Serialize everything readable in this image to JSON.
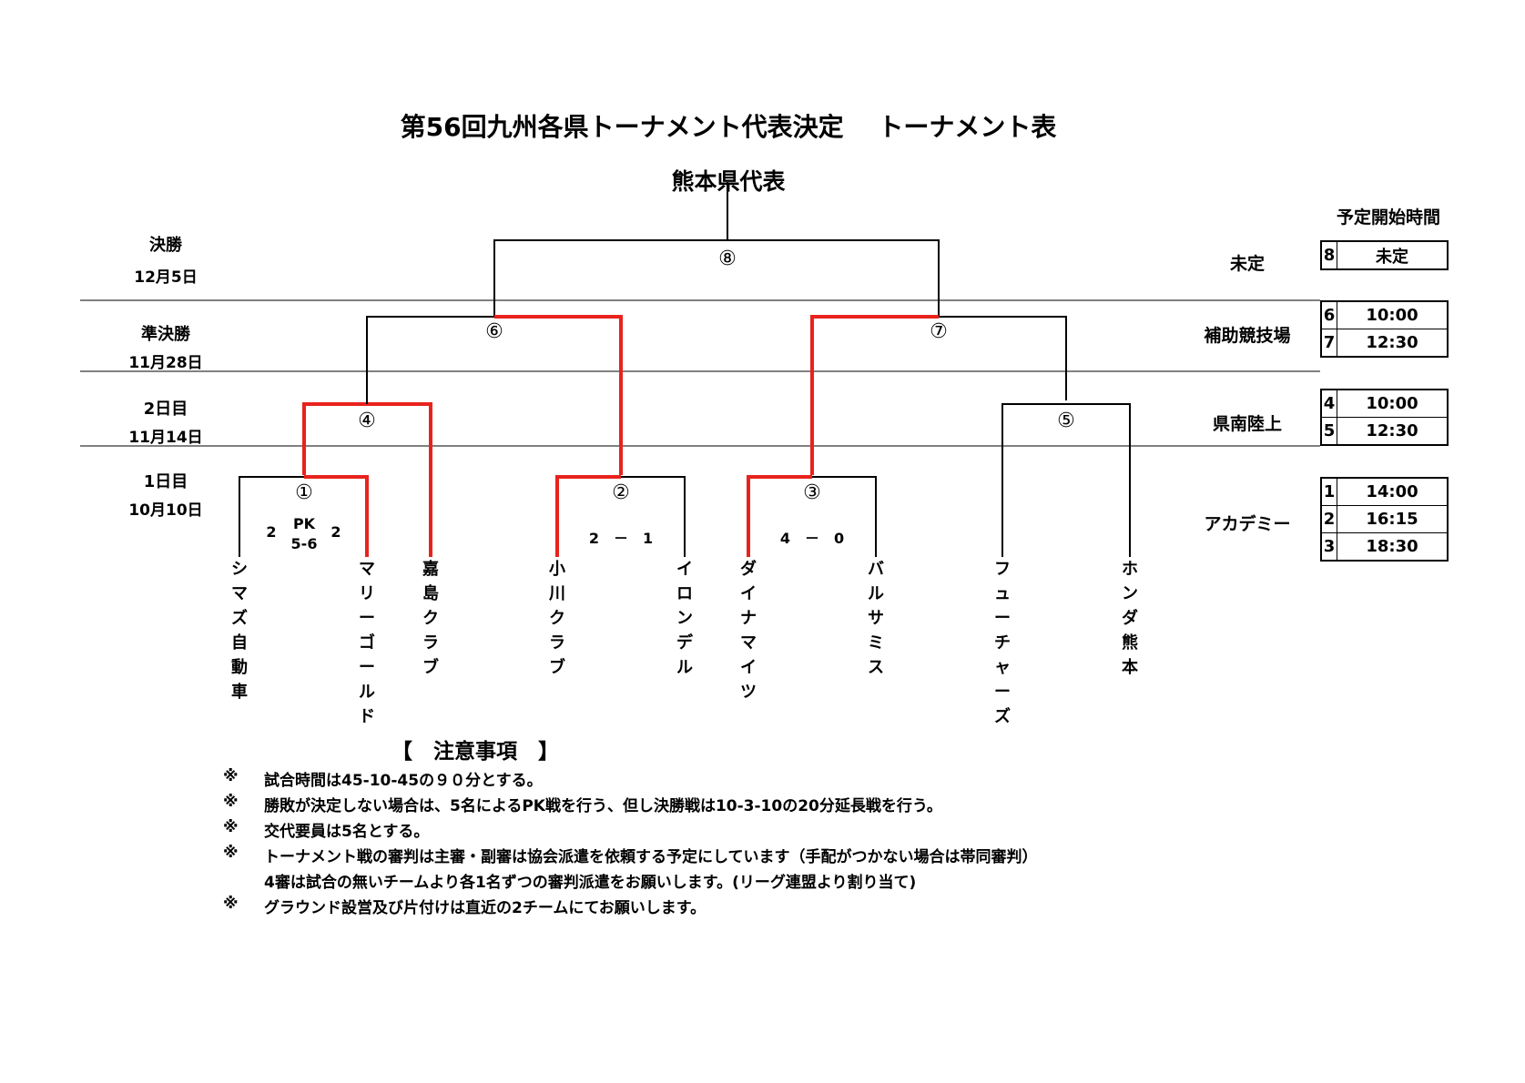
{
  "title": "第56回九州各県トーナメント代表決定　 トーナメント表",
  "champion_label": "熊本県代表",
  "rounds": [
    {
      "name": "決勝",
      "date": "12月5日"
    },
    {
      "name": "準決勝",
      "date": "11月28日"
    },
    {
      "name": "2日目",
      "date": "11月14日"
    },
    {
      "name": "1日目",
      "date": "10月10日"
    }
  ],
  "matches": {
    "m1": "①",
    "m2": "②",
    "m3": "③",
    "m4": "④",
    "m5": "⑤",
    "m6": "⑥",
    "m7": "⑦",
    "m8": "⑧"
  },
  "scores": {
    "m1_left": "2",
    "m1_pk": "PK",
    "m1_pk_score": "5-6",
    "m1_right": "2",
    "m2": "2　－　1",
    "m3": "4　－　0"
  },
  "teams": [
    "シマズ自動車",
    "マリーゴールド",
    "嘉島クラブ",
    "小川クラブ",
    "イロンデル",
    "ダイナマイツ",
    "バルサミス",
    "フューチャーズ",
    "ホンダ熊本"
  ],
  "winner_color": "#e8231c",
  "line_color": "#000000",
  "schedule": {
    "header": "予定開始時間",
    "venues": [
      {
        "name": "未定",
        "rows": [
          {
            "match": "8",
            "time": "未定"
          }
        ]
      },
      {
        "name": "補助競技場",
        "rows": [
          {
            "match": "6",
            "time": "10:00"
          },
          {
            "match": "7",
            "time": "12:30"
          }
        ]
      },
      {
        "name": "県南陸上",
        "rows": [
          {
            "match": "4",
            "time": "10:00"
          },
          {
            "match": "5",
            "time": "12:30"
          }
        ]
      },
      {
        "name": "アカデミー",
        "rows": [
          {
            "match": "1",
            "time": "14:00"
          },
          {
            "match": "2",
            "time": "16:15"
          },
          {
            "match": "3",
            "time": "18:30"
          }
        ]
      }
    ]
  },
  "notes": {
    "header": "【　注意事項　】",
    "mark": "※",
    "items": [
      "試合時間は45-10-45の９０分とする。",
      "勝敗が決定しない場合は、5名によるPK戦を行う、但し決勝戦は10-3-10の20分延長戦を行う。",
      "交代要員は5名とする。",
      "トーナメント戦の審判は主審・副審は協会派遣を依頼する予定にしています（手配がつかない場合は帯同審判）",
      "4審は試合の無いチームより各1名ずつの審判派遣をお願いします。(リーグ連盟より割り当て)",
      "グラウンド設営及び片付けは直近の2チームにてお願いします。"
    ]
  }
}
